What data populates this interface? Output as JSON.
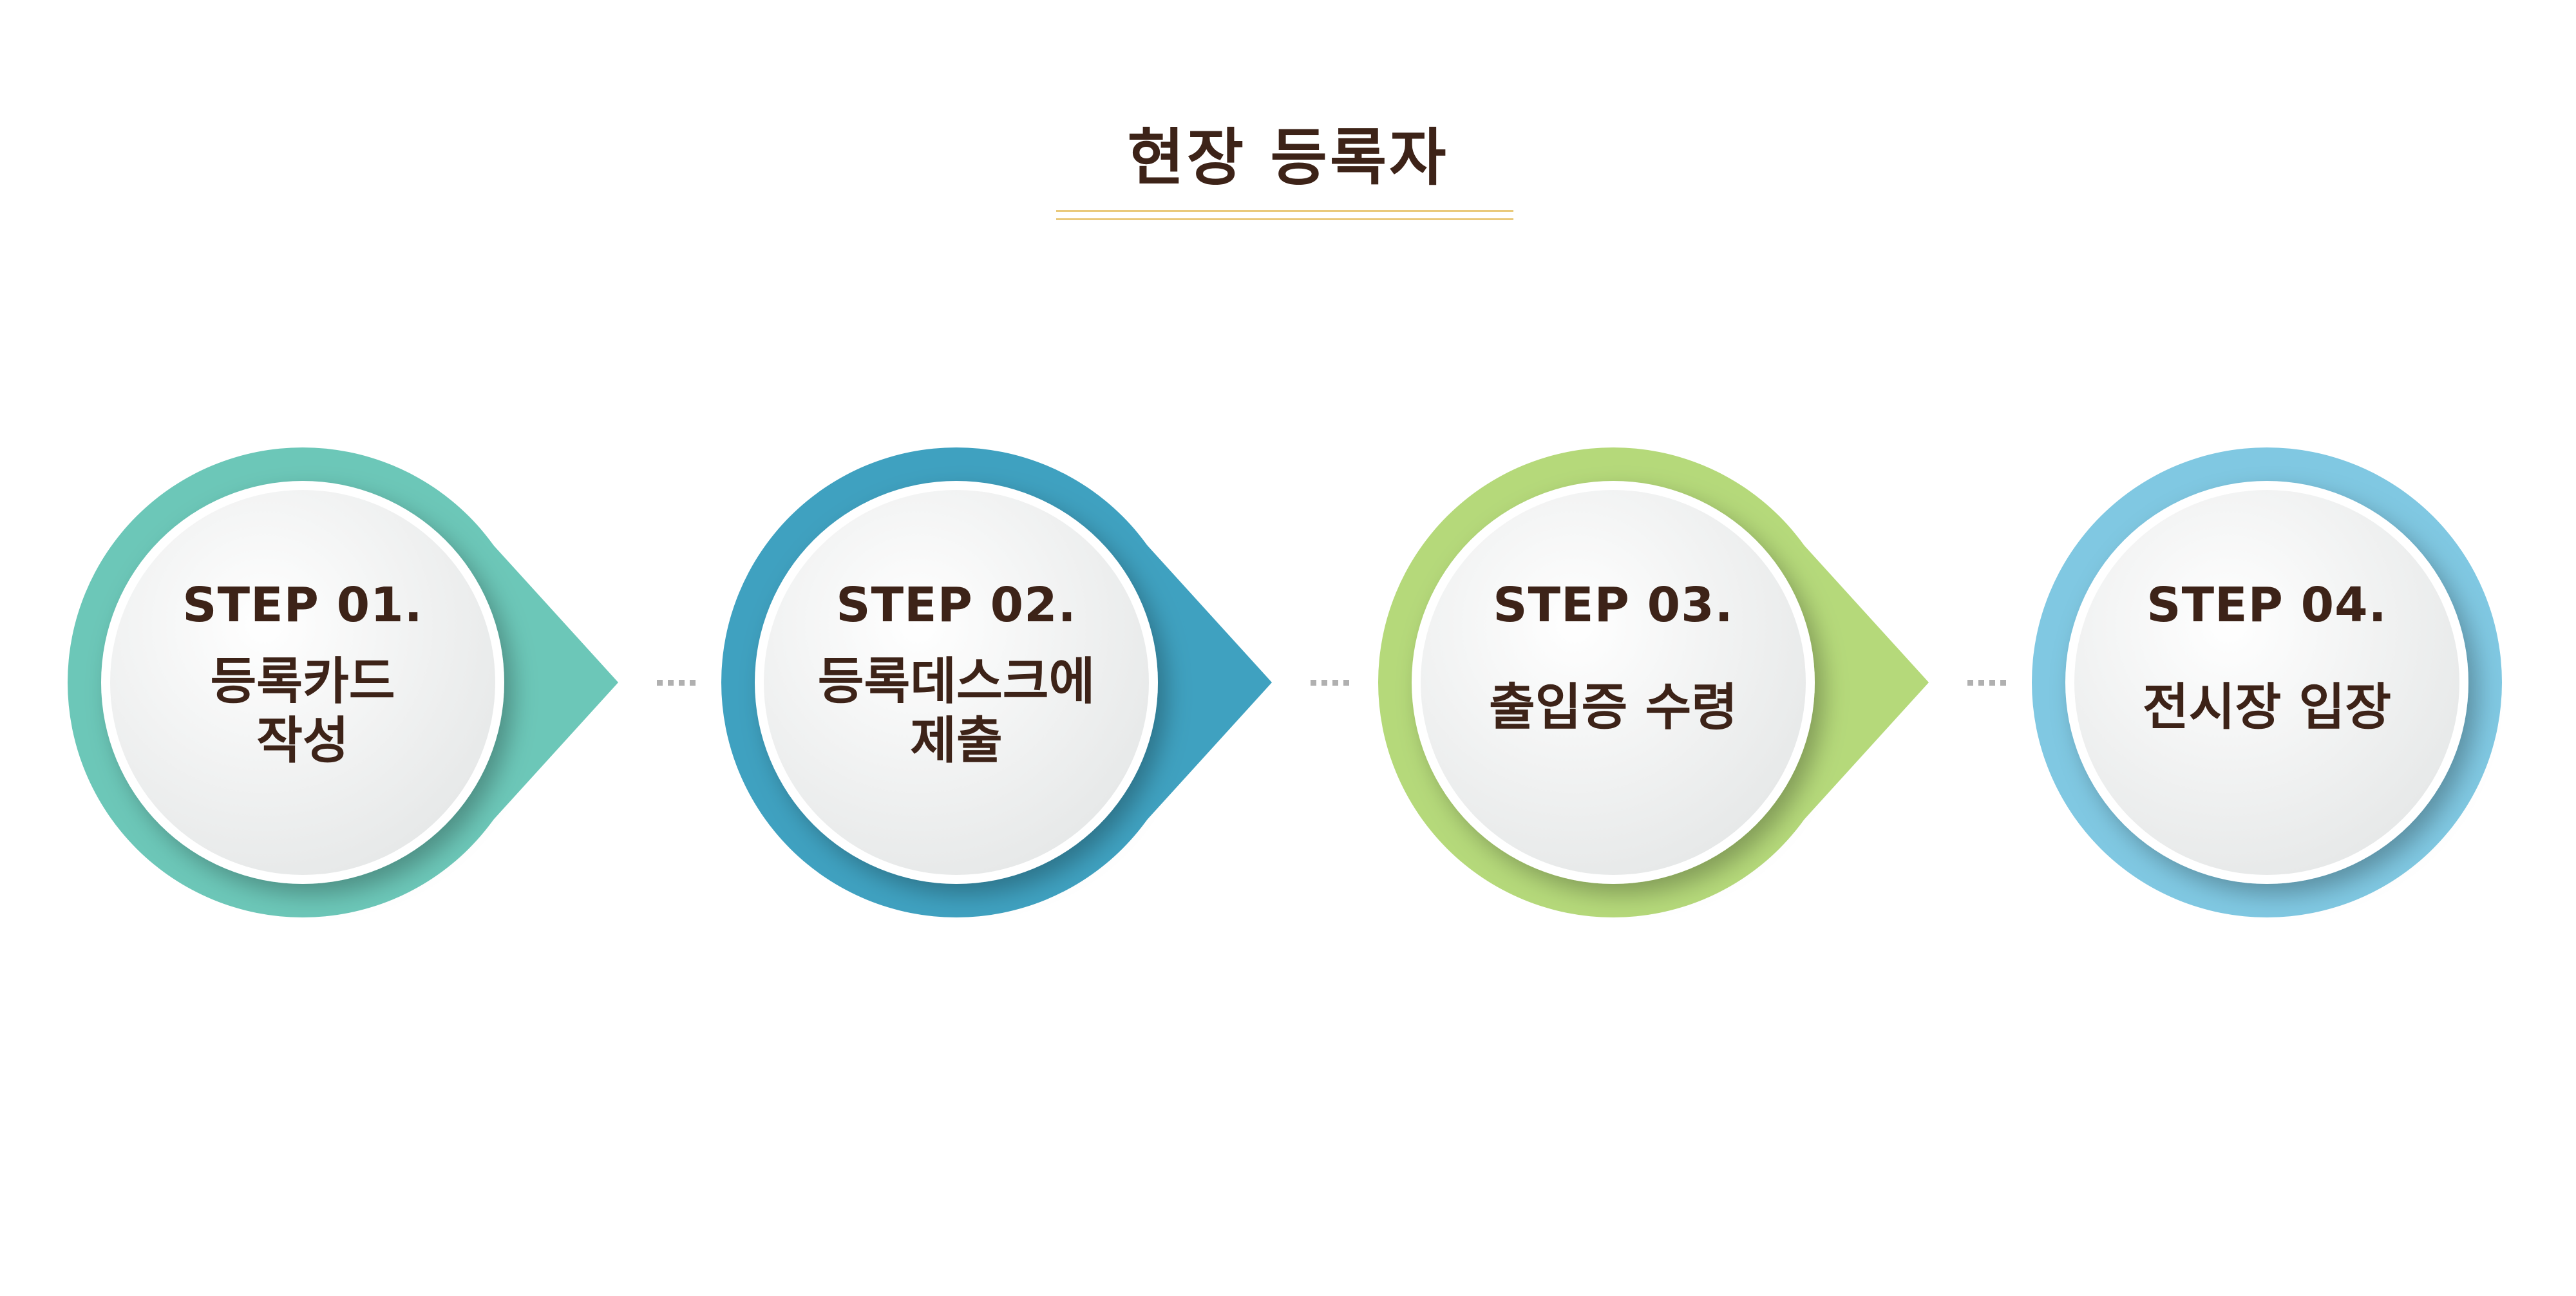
{
  "title": "현장 등록자",
  "steps": [
    {
      "label": "STEP 01.",
      "lines": [
        "등록카드",
        "작성"
      ],
      "color": "#6cc7b8"
    },
    {
      "label": "STEP 02.",
      "lines": [
        "등록데스크에",
        "제출"
      ],
      "color": "#3fa1c0"
    },
    {
      "label": "STEP 03.",
      "lines": [
        "출입증 수령"
      ],
      "color": "#b5d97a"
    },
    {
      "label": "STEP 04.",
      "lines": [
        "전시장 입장"
      ],
      "color": "#80c8e2"
    }
  ],
  "colors": {
    "title_text": "#3d2318",
    "title_rule": "#e9c97b",
    "connector_dots": "#b0b0b0"
  }
}
